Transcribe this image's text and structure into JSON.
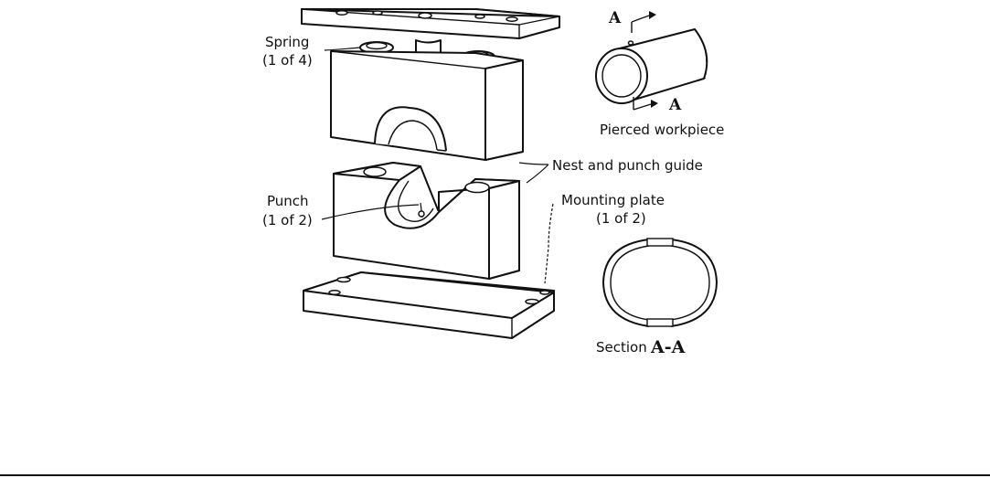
{
  "labels": {
    "spring": [
      "Spring",
      "(1 of 4)"
    ],
    "punch": [
      "Punch",
      "(1 of 2)"
    ],
    "nest_guide": "Nest and punch guide",
    "mounting_plate": [
      "Mounting plate",
      "(1 of 2)"
    ],
    "pierced_workpiece": "Pierced workpiece",
    "section_prefix": "Section",
    "section_letters": "A-A",
    "section_marker_top": "A",
    "section_marker_bottom": "A"
  }
}
